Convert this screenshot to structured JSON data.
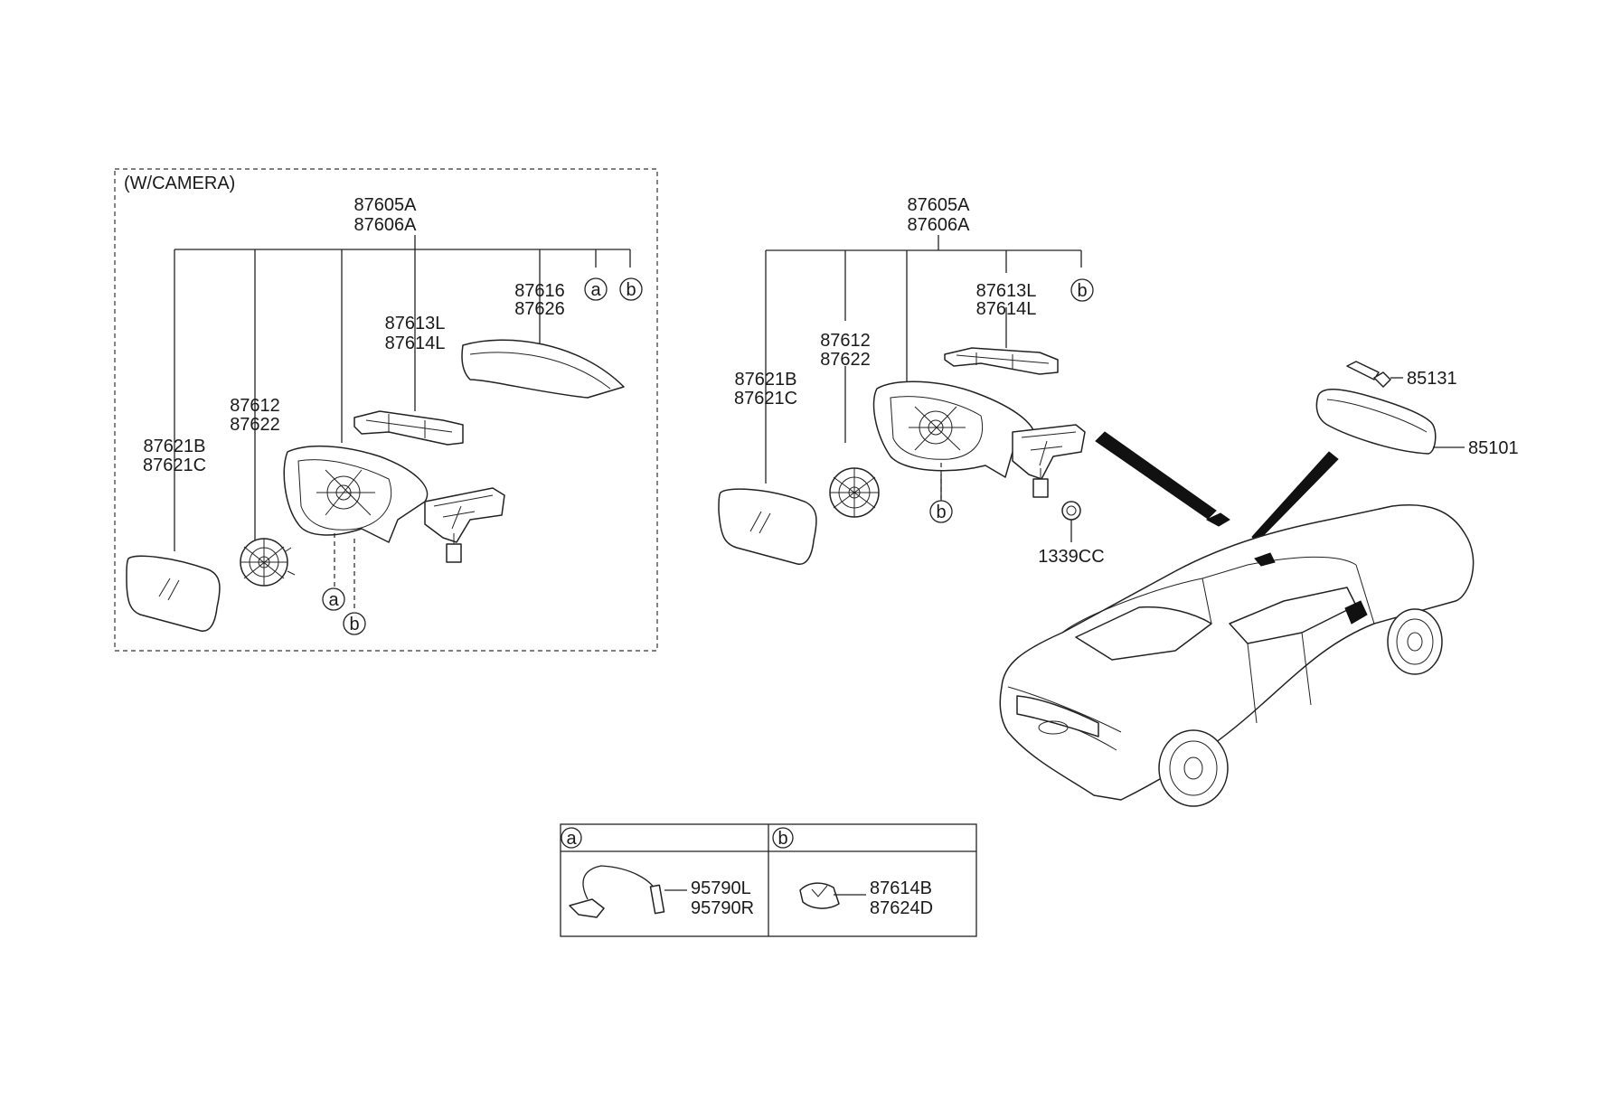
{
  "diagram": {
    "camera_group_title": "(W/CAMERA)",
    "left_group": {
      "assembly_labels": [
        "87605A",
        "87606A"
      ],
      "cover_labels": [
        "87616",
        "87626"
      ],
      "lamp_labels": [
        "87613L",
        "87614L"
      ],
      "actuator_labels": [
        "87612",
        "87622"
      ],
      "glass_labels": [
        "87621B",
        "87621C"
      ],
      "callout_a": "a",
      "callout_b": "b",
      "callout_a2": "a",
      "callout_b2": "b"
    },
    "right_group": {
      "assembly_labels": [
        "87605A",
        "87606A"
      ],
      "lamp_labels": [
        "87613L",
        "87614L"
      ],
      "actuator_labels": [
        "87612",
        "87622"
      ],
      "glass_labels": [
        "87621B",
        "87621C"
      ],
      "callout_b": "b",
      "callout_b2": "b",
      "nut_label": "1339CC"
    },
    "inside_mirror": {
      "cover_label": "85131",
      "mirror_label": "85101"
    },
    "legend": {
      "a_key": "a",
      "b_key": "b",
      "a_parts": [
        "95790L",
        "95790R"
      ],
      "b_parts": [
        "87614B",
        "87624D"
      ]
    }
  }
}
